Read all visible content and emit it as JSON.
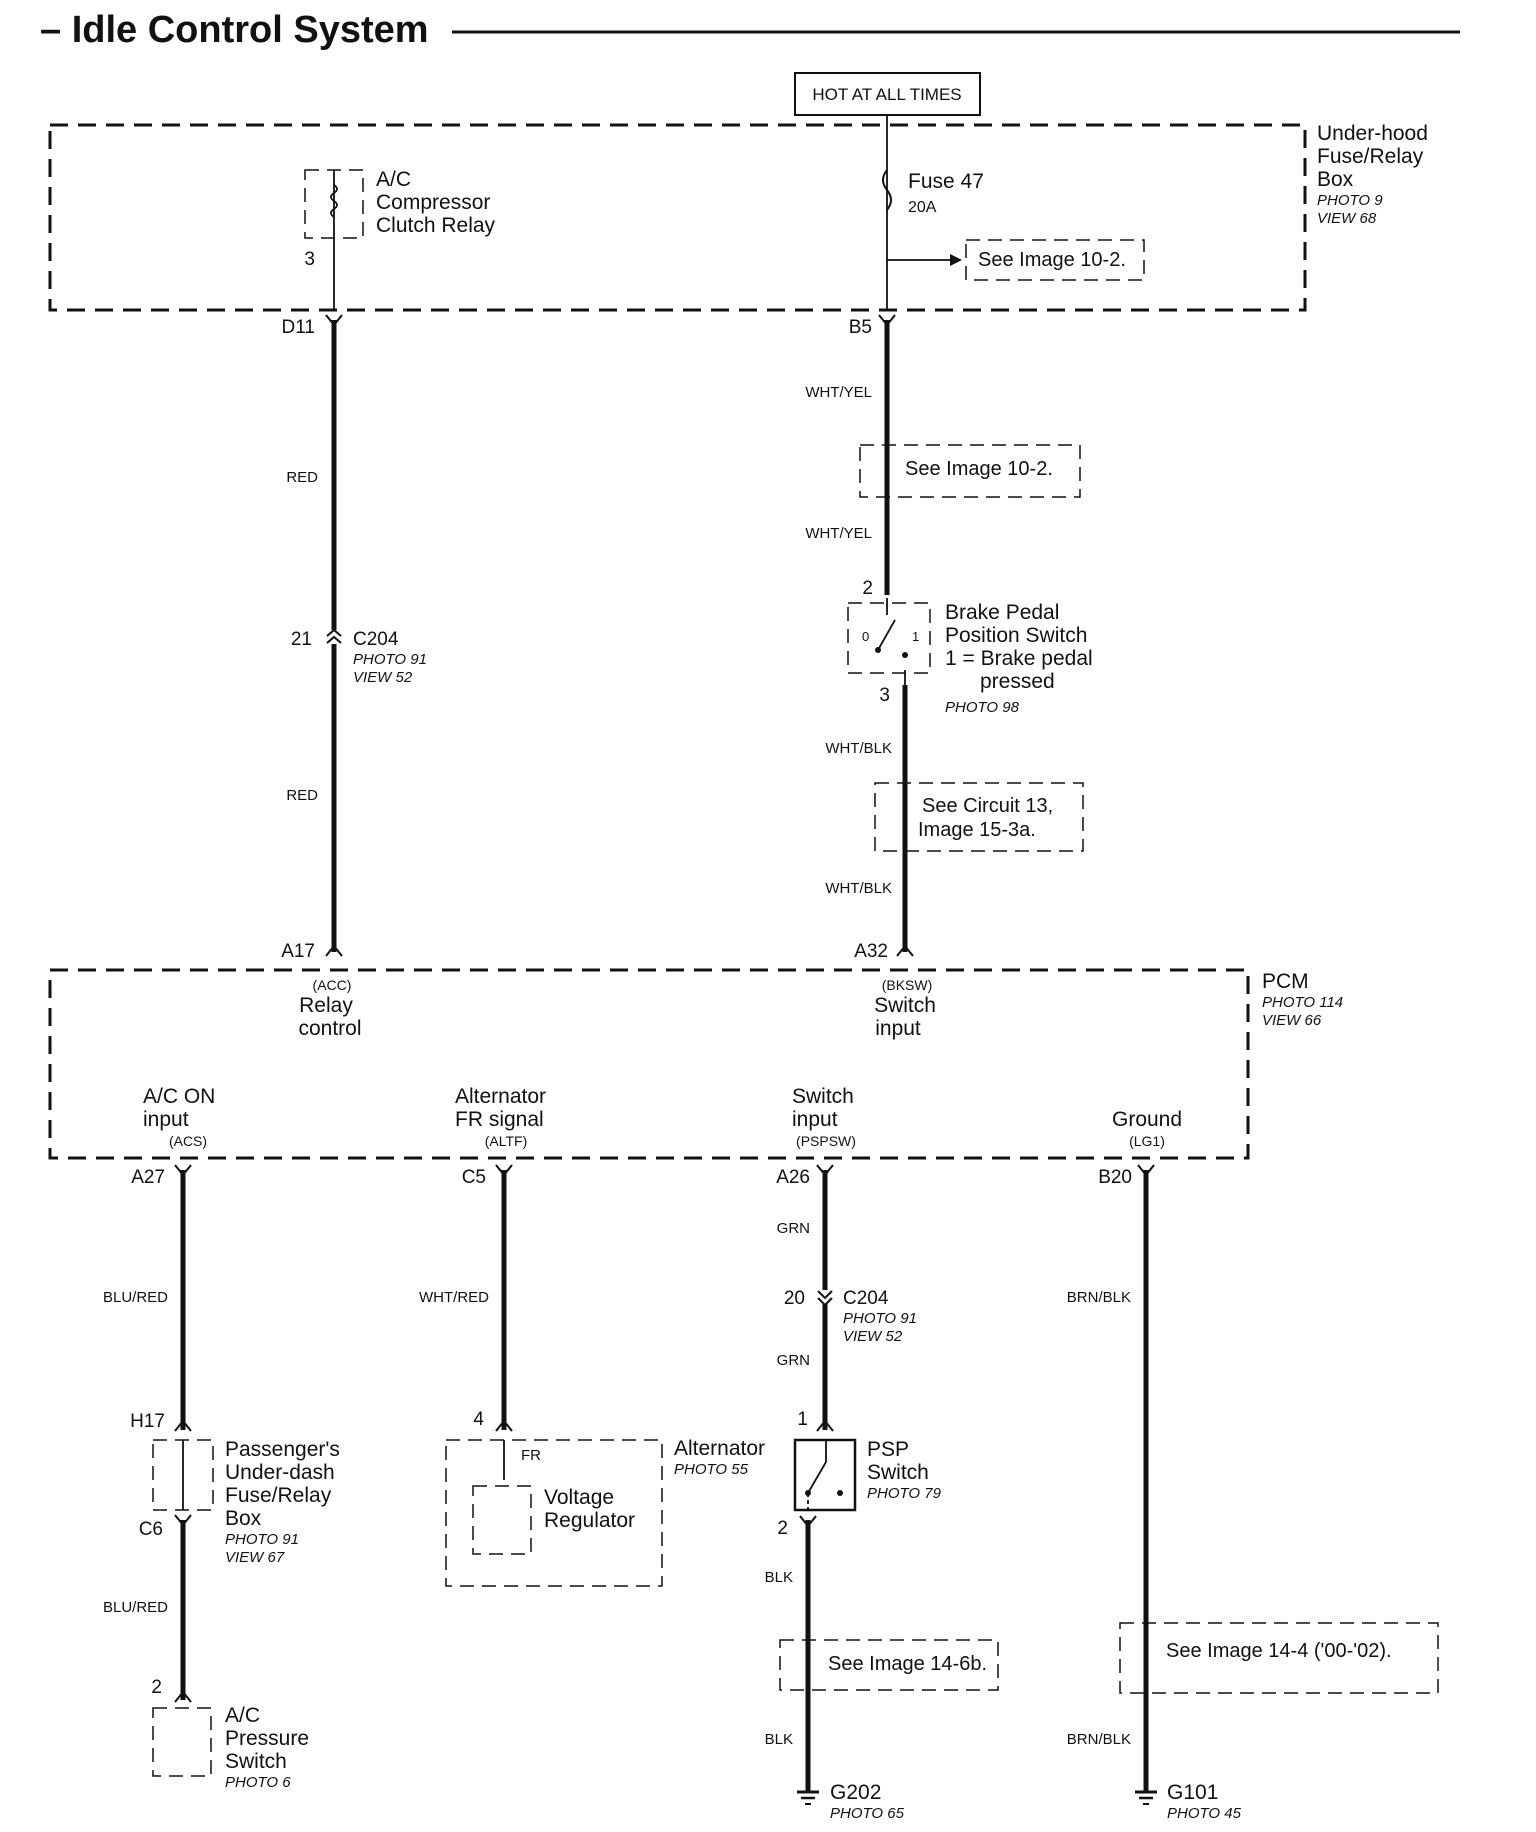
{
  "title": "– Idle Control System",
  "hot_label": "HOT AT ALL TIMES",
  "underhood": {
    "line1": "Under-hood",
    "line2": "Fuse/Relay",
    "line3": "Box",
    "photo": "PHOTO 9",
    "view": "VIEW 68"
  },
  "ac_relay": {
    "line1": "A/C",
    "line2": "Compressor",
    "line3": "Clutch Relay",
    "pin": "3"
  },
  "fuse": {
    "name": "Fuse 47",
    "rating": "20A"
  },
  "see_10_2_top": "See Image 10-2.",
  "see_10_2_mid": "See Image 10-2.",
  "d11": "D11",
  "b5": "B5",
  "wht_yel_1": "WHT/YEL",
  "wht_yel_2": "WHT/YEL",
  "red_1": "RED",
  "red_2": "RED",
  "c204_top": {
    "pin": "21",
    "name": "C204",
    "photo": "PHOTO 91",
    "view": "VIEW 52"
  },
  "brake_switch": {
    "pin_in": "2",
    "pin_out": "3",
    "line1": "Brake Pedal",
    "line2": "Position Switch",
    "line3": "1 = Brake pedal",
    "line4": "pressed",
    "photo": "PHOTO 98",
    "pos0": "0",
    "pos1": "1"
  },
  "wht_blk_1": "WHT/BLK",
  "wht_blk_2": "WHT/BLK",
  "see_circuit": {
    "line1": "See Circuit 13,",
    "line2": "Image 15-3a."
  },
  "a17": "A17",
  "a32": "A32",
  "pcm": {
    "name": "PCM",
    "photo": "PHOTO 114",
    "view": "VIEW 66"
  },
  "pcm_acc": {
    "code": "(ACC)",
    "line1": "Relay",
    "line2": "control"
  },
  "pcm_bksw": {
    "code": "(BKSW)",
    "line1": "Switch",
    "line2": "input"
  },
  "pcm_acs": {
    "line1": "A/C ON",
    "line2": "input",
    "code": "(ACS)"
  },
  "pcm_altf": {
    "line1": "Alternator",
    "line2": "FR signal",
    "code": "(ALTF)"
  },
  "pcm_pspsw": {
    "line1": "Switch",
    "line2": "input",
    "code": "(PSPSW)"
  },
  "pcm_lg1": {
    "line1": "Ground",
    "code": "(LG1)"
  },
  "a27": "A27",
  "c5": "C5",
  "a26": "A26",
  "b20": "B20",
  "blu_red_1": "BLU/RED",
  "blu_red_2": "BLU/RED",
  "wht_red": "WHT/RED",
  "grn_1": "GRN",
  "grn_2": "GRN",
  "brn_blk_1": "BRN/BLK",
  "brn_blk_2": "BRN/BLK",
  "blk_1": "BLK",
  "blk_2": "BLK",
  "c204_bot": {
    "pin": "20",
    "name": "C204",
    "photo": "PHOTO 91",
    "view": "VIEW 52"
  },
  "passenger_box": {
    "pin_top": "H17",
    "pin_bot": "C6",
    "line1": "Passenger's",
    "line2": "Under-dash",
    "line3": "Fuse/Relay",
    "line4": "Box",
    "photo": "PHOTO 91",
    "view": "VIEW 67"
  },
  "alternator": {
    "pin": "4",
    "fr": "FR",
    "name": "Alternator",
    "photo": "PHOTO 55",
    "vr1": "Voltage",
    "vr2": "Regulator"
  },
  "psp": {
    "pin_in": "1",
    "pin_out": "2",
    "line1": "PSP",
    "line2": "Switch",
    "photo": "PHOTO 79"
  },
  "ac_pressure": {
    "pin": "2",
    "line1": "A/C",
    "line2": "Pressure",
    "line3": "Switch",
    "photo": "PHOTO 6"
  },
  "see_14_6b": "See Image 14-6b.",
  "see_14_4": "See Image 14-4 ('00-'02).",
  "g202": {
    "name": "G202",
    "photo": "PHOTO 65"
  },
  "g101": {
    "name": "G101",
    "photo": "PHOTO 45"
  }
}
